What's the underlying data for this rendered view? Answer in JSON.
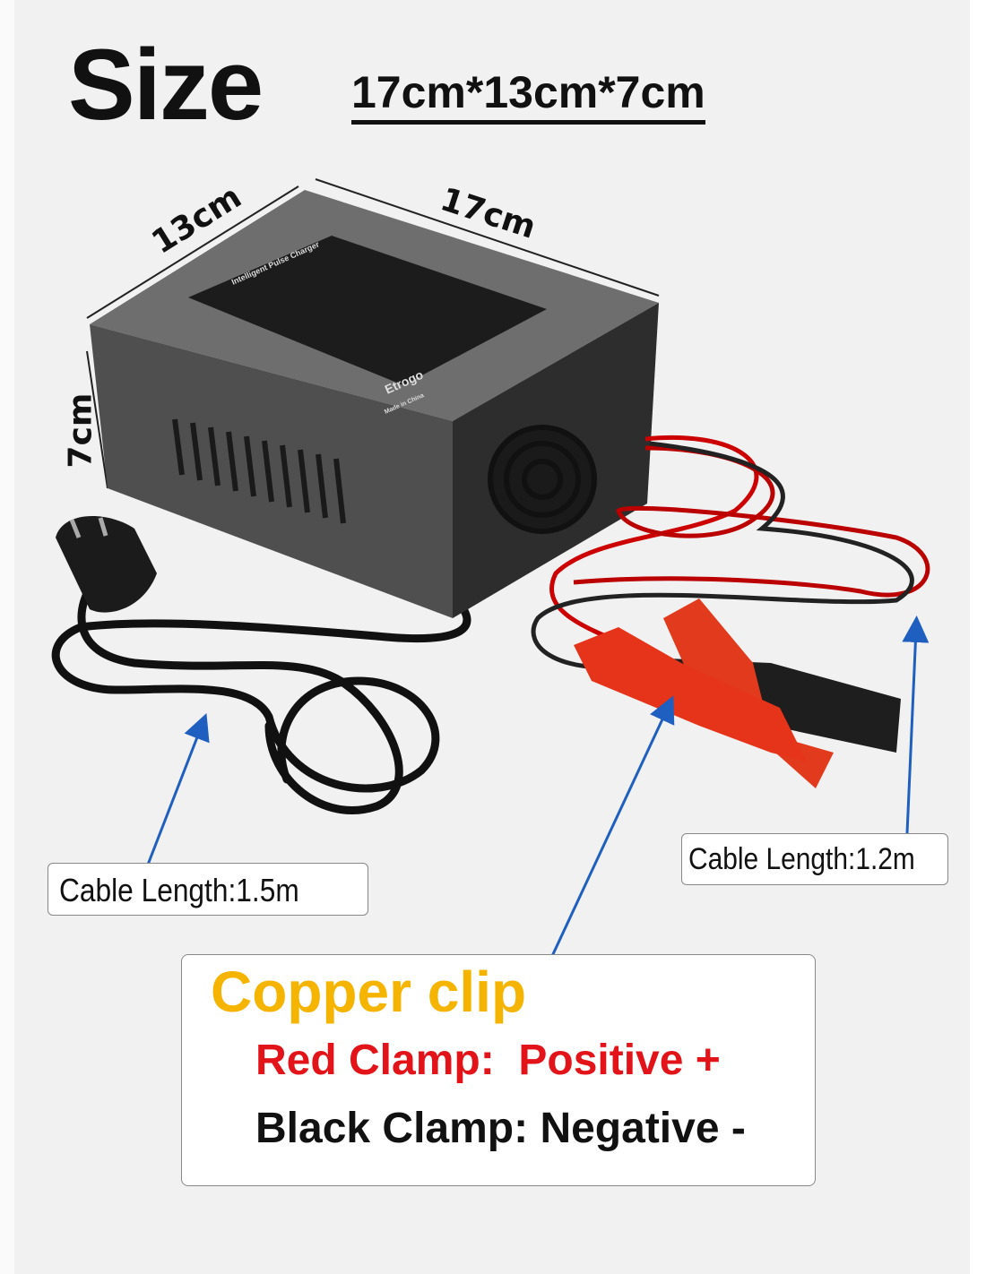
{
  "header": {
    "title": "Size",
    "dimensions": "17cm*13cm*7cm"
  },
  "dimension_labels": {
    "width": "13cm",
    "length": "17cm",
    "height": "7cm"
  },
  "product_label": {
    "heading": "Intelligent Pulse Charger",
    "brand": "Etrogo",
    "origin": "Made in China"
  },
  "callouts": {
    "power_cable": "Cable Length:1.5m",
    "clamp_cable": "Cable Length:1.2m"
  },
  "clip_info": {
    "title": "Copper clip",
    "red": "Red Clamp:  Positive +",
    "black": "Black Clamp: Negative -"
  },
  "colors": {
    "arrow": "#1f5fbf",
    "title_orange": "#f4b400",
    "red": "#e2141a"
  }
}
